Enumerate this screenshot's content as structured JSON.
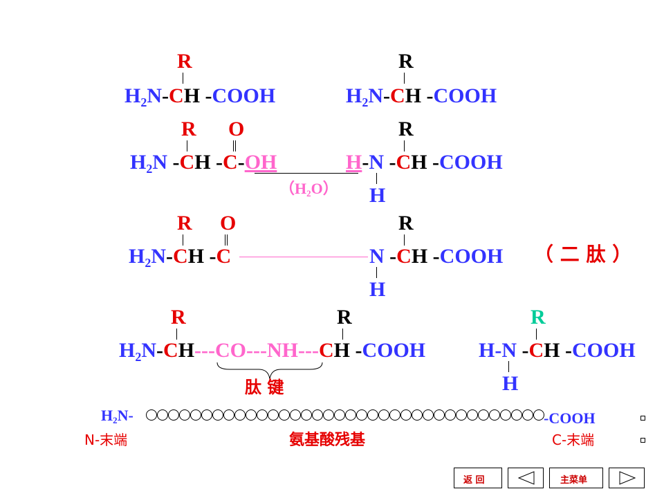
{
  "colors": {
    "black": "#000000",
    "red": "#e60000",
    "pink": "#ff66cc",
    "blue": "#3333ff",
    "teal": "#00cc99"
  },
  "text": {
    "R": "R",
    "O": "O",
    "H": "H",
    "N": "N",
    "C": "C",
    "CH": "-CH",
    "COOH": "-COOH",
    "H2N_H": "H",
    "H2N_2": "2",
    "H2N_N": "N",
    "dash": "-",
    "OH": "OH",
    "HN": "H-N",
    "H2O_open": "（",
    "H2O_H": "H",
    "H2O_2": "2",
    "H2O_O": "O",
    "H2O_close": "）",
    "dipeptide": "（ 二 肽 ）",
    "pept_CO": "---CO---NH---",
    "peptide_bond": "肽 键",
    "chain_end_N": "H2N-",
    "chain_end_C": "-COOH",
    "n_term": "N-末端",
    "c_term": "C-末端",
    "residues": "氨基酸残基"
  },
  "nav": {
    "back": "返 回",
    "main_menu": "主菜单"
  }
}
